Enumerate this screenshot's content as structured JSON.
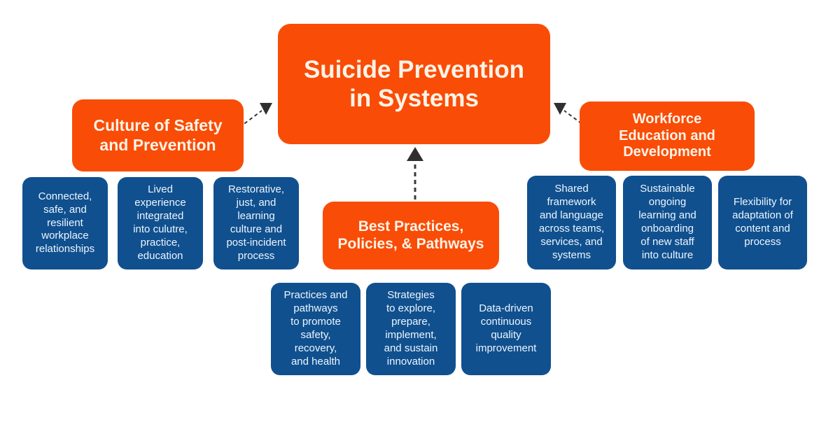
{
  "diagram": {
    "title": "Suicide Prevention in Systems",
    "colors": {
      "orange": "#f94c06",
      "blue": "#10508f",
      "orange_text": "#fdf3e7",
      "blue_text": "#eef6fc",
      "connector": "#3a3a3a",
      "background": "#ffffff"
    },
    "hub": {
      "label": "Suicide Prevention\nin Systems"
    },
    "branches": [
      {
        "id": "culture",
        "label": "Culture of Safety\nand Prevention",
        "leaves": [
          "Connected,\nsafe, and\nresilient\nworkplace\nrelationships",
          "Lived\nexperience\nintegrated\ninto culutre,\npractice,\neducation",
          "Restorative,\njust, and\nlearning\nculture and\npost-incident\nprocess"
        ]
      },
      {
        "id": "best-practices",
        "label": "Best Practices,\nPolicies, & Pathways",
        "leaves": [
          "Practices and\npathways\nto promote\nsafety,\nrecovery,\nand health",
          "Strategies\nto explore,\nprepare,\nimplement,\nand sustain\ninnovation",
          "Data-driven\ncontinuous\nquality\nimprovement"
        ]
      },
      {
        "id": "workforce",
        "label": "Workforce\nEducation and\nDevelopment",
        "leaves": [
          "Shared\nframework\nand language\nacross teams,\nservices, and\nsystems",
          "Sustainable\nongoing\nlearning and\nonboarding\nof new staff\ninto culture",
          "Flexibility for\nadaptation of\ncontent and\nprocess"
        ]
      }
    ],
    "connectors": [
      {
        "id": "culture-to-hub",
        "style": "dashed",
        "arrowhead": "triangle-down"
      },
      {
        "id": "workforce-to-hub",
        "style": "dashed",
        "arrowhead": "triangle-down"
      },
      {
        "id": "best-practices-to-hub",
        "style": "dashed",
        "arrowhead": "triangle-up"
      }
    ]
  }
}
